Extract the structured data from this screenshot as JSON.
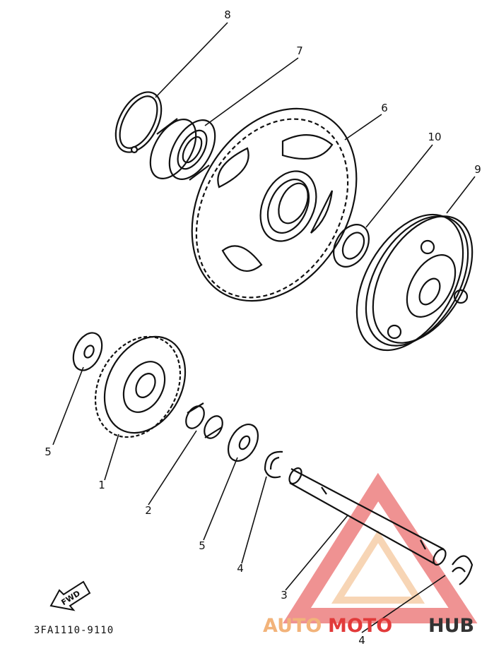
{
  "callouts": {
    "c1": "1",
    "c2": "2",
    "c3": "3",
    "c4a": "4",
    "c4b": "4",
    "c5a": "5",
    "c5b": "5",
    "c6": "6",
    "c7": "7",
    "c8": "8",
    "c9": "9",
    "c10": "10"
  },
  "fwd_label": "FWD",
  "drawing_code": "3FA1110-9110",
  "watermark": {
    "part1": "AUTO",
    "part2": "MOTO",
    "part3": "HUB",
    "color_main": "#e23a3a",
    "color_accent": "#f2b37a",
    "color_dark": "#333333"
  },
  "line_color": "#111111"
}
